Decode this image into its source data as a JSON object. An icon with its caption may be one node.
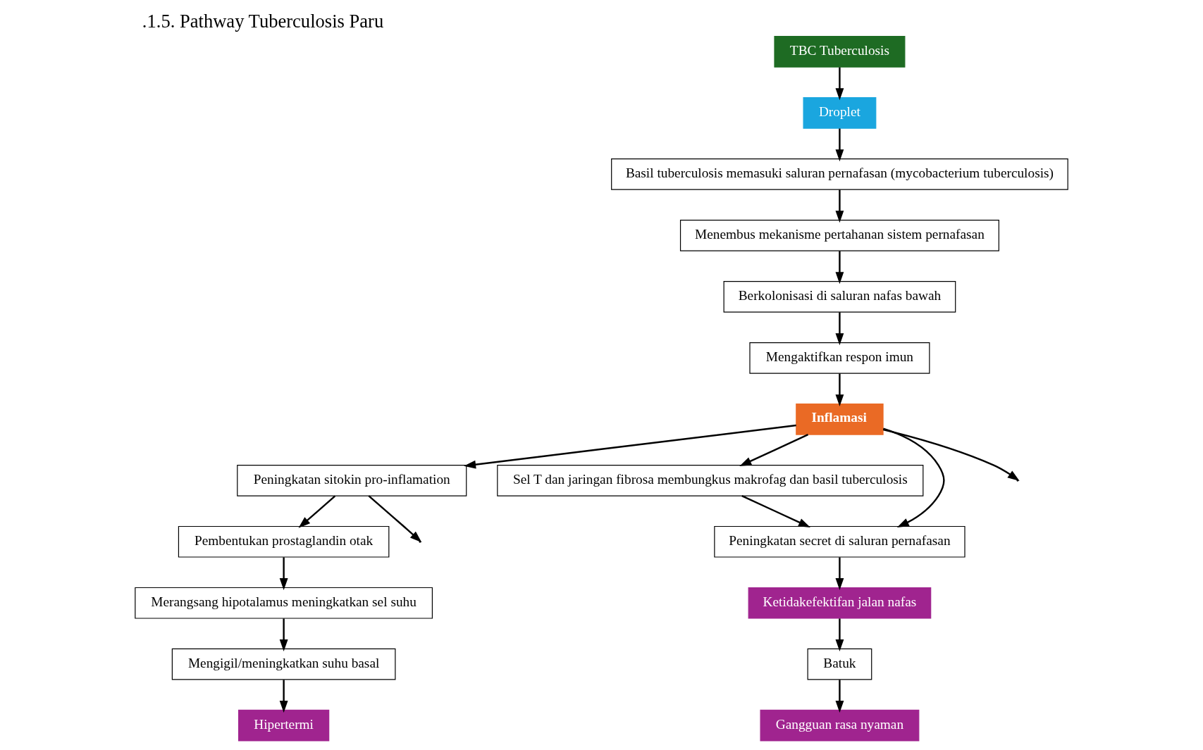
{
  "diagram": {
    "title": ".1.5. Pathway Tuberculosis Paru",
    "nodes": [
      {
        "text": [
          "TBC Tuberculosis"
        ]
      },
      {
        "text": [
          "Droplet"
        ]
      },
      {
        "text": [
          "Basil tuberculosis memasuki saluran pernafasan (mycobacterium tuberculosis)"
        ]
      },
      {
        "text": [
          "Menembus mekanisme pertahanan sistem pernafasan"
        ]
      },
      {
        "text": [
          "Berkolonisasi di saluran nafas bawah"
        ]
      },
      {
        "text": [
          "Mengaktifkan respon imun"
        ]
      },
      {
        "text": [
          "Inflamasi"
        ]
      },
      {
        "text": [
          "Peningkatan sitokin pro-inflamation"
        ]
      },
      {
        "text": [
          "Pembentukan prostaglandin otak"
        ]
      },
      {
        "text": [
          "Merangsang hipotalamus meningkatkan sel suhu"
        ]
      },
      {
        "text": [
          "Mengigil/meningkatkan suhu basal"
        ]
      },
      {
        "text": [
          "Hipertermi"
        ]
      },
      {
        "text": [
          "Sel T dan jaringan fibrosa membungkus makrofag dan basil tuberculosis"
        ]
      },
      {
        "text": [
          "Peningkatan secret di saluran pernafasan"
        ]
      },
      {
        "text": [
          "Ketidakefektifan jalan nafas"
        ]
      },
      {
        "text": [
          "Batuk"
        ]
      },
      {
        "text": [
          "Gangguan rasa nyaman"
        ]
      }
    ],
    "edges": [
      {
        "from": 0,
        "to": 1,
        "arrow": "to"
      },
      {
        "from": 1,
        "to": 2,
        "arrow": "to"
      },
      {
        "from": 2,
        "to": 3,
        "arrow": "to"
      },
      {
        "from": 3,
        "to": 4,
        "arrow": "to"
      },
      {
        "from": 4,
        "to": 5,
        "arrow": "to"
      },
      {
        "from": 5,
        "to": 6,
        "arrow": "to"
      },
      {
        "from": 6,
        "to": null,
        "arrow": "to"
      },
      {
        "from": 6,
        "to": 7,
        "arrow": "to"
      },
      {
        "from": 7,
        "to": 8,
        "arrow": "to"
      },
      {
        "from": 7,
        "to": null,
        "arrow": "to"
      },
      {
        "from": 8,
        "to": 9,
        "arrow": "to"
      },
      {
        "from": 9,
        "to": 10,
        "arrow": "to"
      },
      {
        "from": 10,
        "to": 11,
        "arrow": "to"
      },
      {
        "from": 6,
        "to": 13,
        "arrow": "to"
      },
      {
        "from": 6,
        "to": 12,
        "arrow": "to"
      },
      {
        "from": 12,
        "to": 13,
        "arrow": "to"
      },
      {
        "from": 13,
        "to": 14,
        "arrow": "to"
      },
      {
        "from": 14,
        "to": 15,
        "arrow": "to"
      },
      {
        "from": 15,
        "to": 16,
        "arrow": "to"
      }
    ]
  }
}
